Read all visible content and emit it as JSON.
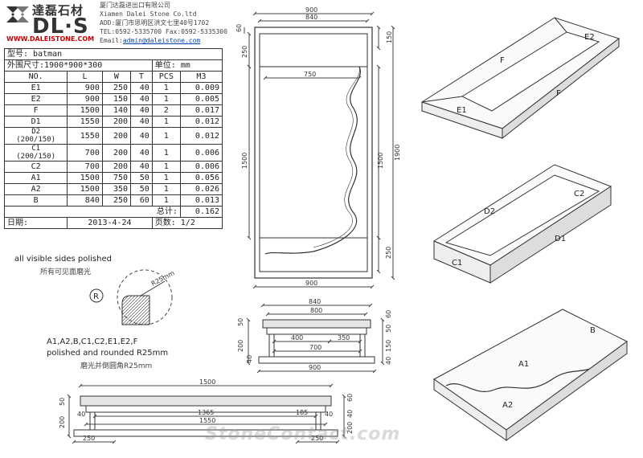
{
  "header": {
    "logo_cn": "達磊石材",
    "logo_big": "DL·S",
    "logo_url": "WWW.DALEISTONE.COM",
    "company_cn": "厦门达磊进出口有限公司",
    "company_en": "Xiamen Dalei Stone Co.ltd",
    "address": "ADD:厦门市思明区洪文七里40号1702",
    "tel": "TEL:0592-5335700 Fax:0592-5335300",
    "email_prefix": "Email:",
    "email": "admin@daleistone.com"
  },
  "table": {
    "model_label": "型号: batman",
    "size_label": "外围尺寸:1900*900*300",
    "unit_label": "单位: mm",
    "columns": [
      "NO.",
      "L",
      "W",
      "T",
      "PCS",
      "M3"
    ],
    "rows": [
      {
        "no": "E1",
        "l": "900",
        "w": "250",
        "t": "40",
        "pcs": "1",
        "m3": "0.009"
      },
      {
        "no": "E2",
        "l": "900",
        "w": "150",
        "t": "40",
        "pcs": "1",
        "m3": "0.005"
      },
      {
        "no": "F",
        "l": "1500",
        "w": "140",
        "t": "40",
        "pcs": "2",
        "m3": "0.017"
      },
      {
        "no": "D1",
        "l": "1550",
        "w": "200",
        "t": "40",
        "pcs": "1",
        "m3": "0.012"
      },
      {
        "no": "D2",
        "no2": "(200/150)",
        "l": "1550",
        "w": "200",
        "t": "40",
        "pcs": "1",
        "m3": "0.012"
      },
      {
        "no": "C1",
        "no2": "(200/150)",
        "l": "700",
        "w": "200",
        "t": "40",
        "pcs": "1",
        "m3": "0.006"
      },
      {
        "no": "C2",
        "l": "700",
        "w": "200",
        "t": "40",
        "pcs": "1",
        "m3": "0.006"
      },
      {
        "no": "A1",
        "l": "1500",
        "w": "750",
        "t": "50",
        "pcs": "1",
        "m3": "0.056"
      },
      {
        "no": "A2",
        "l": "1500",
        "w": "350",
        "t": "50",
        "pcs": "1",
        "m3": "0.026"
      },
      {
        "no": "B",
        "l": "840",
        "w": "250",
        "t": "60",
        "pcs": "1",
        "m3": "0.013"
      }
    ],
    "total_label": "总计:",
    "total_value": "0.162",
    "date_label": "日期:",
    "date_value": "2013-4-24",
    "pages_label": "页数: 1/2"
  },
  "notes": {
    "polished_en": "all visible sides polished",
    "polished_cn": "所有可见面磨光",
    "r_symbol": "R",
    "r25": "R25mm",
    "rounded_line1": "A1,A2,B,C1,C2,E1,E2,F",
    "rounded_line2": "polished and rounded R25mm",
    "rounded_cn": "磨光并倒圆角R25mm"
  },
  "plan_dims": {
    "top_900": "900",
    "top_840": "840",
    "left_60": "60",
    "left_250": "250",
    "left_1500": "1500",
    "right_150": "150",
    "right_1500": "1500",
    "right_1900": "1900",
    "right_250": "250",
    "inner_750": "750",
    "bottom_900": "900"
  },
  "front_dims": {
    "d840": "840",
    "d800": "800",
    "d400": "400",
    "d350": "350",
    "d700": "700",
    "d900": "900",
    "l50": "50",
    "l200": "200",
    "l40": "40",
    "r60": "60",
    "r50": "50",
    "r150": "150",
    "r40": "40"
  },
  "side_dims": {
    "d1500": "1500",
    "d1365": "1365",
    "d1550": "1550",
    "l40": "40",
    "r185": "185",
    "r40": "40",
    "l250": "250",
    "r250": "250",
    "lv50": "50",
    "lv200": "200",
    "rv60": "60",
    "rv40": "40",
    "rv200": "200"
  },
  "iso_labels": {
    "e1": "E1",
    "e2": "E2",
    "f_top": "F",
    "f_bottom": "F",
    "d1": "D1",
    "d2": "D2",
    "c1": "C1",
    "c2": "C2",
    "a1": "A1",
    "a2": "A2",
    "b": "B"
  },
  "watermark": "StoneContact.com"
}
